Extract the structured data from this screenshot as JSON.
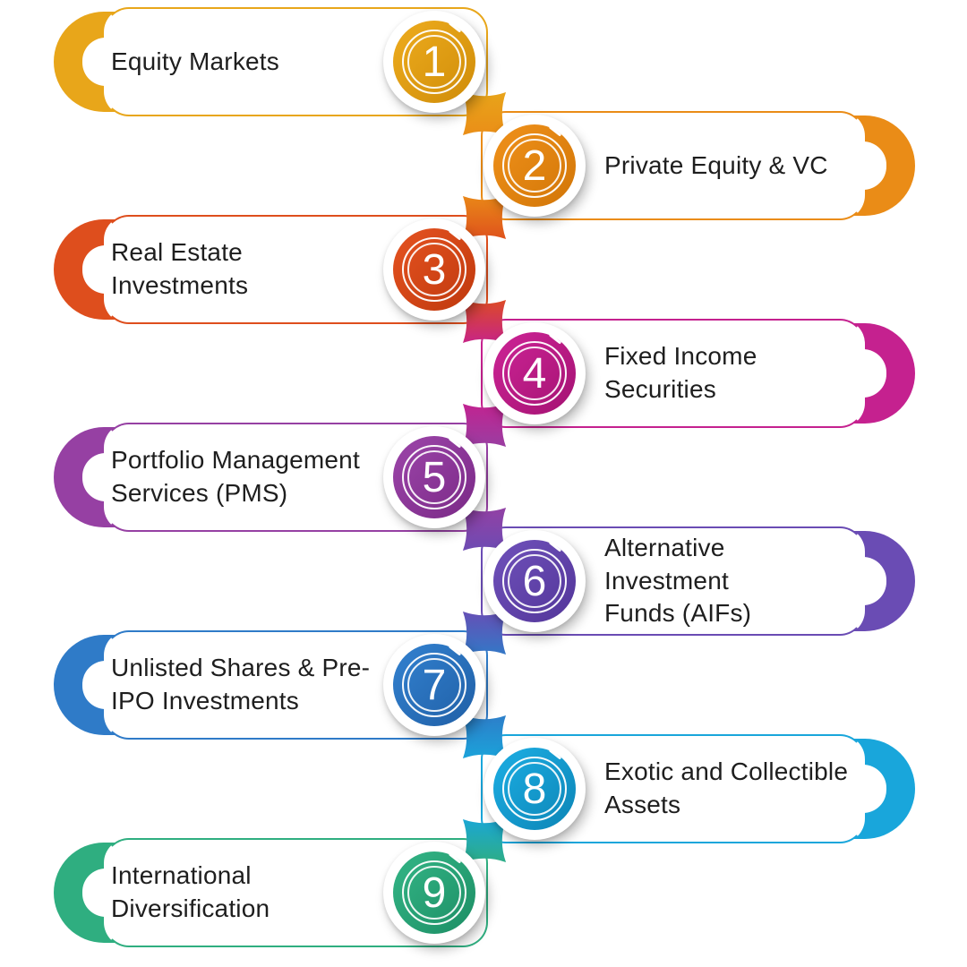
{
  "items": [
    {
      "number": "1",
      "label": "Equity Markets",
      "color": "#E8A61A",
      "color_dark": "#D18E0A",
      "side": "left"
    },
    {
      "number": "2",
      "label": "Private Equity & VC",
      "color": "#EA8C17",
      "color_dark": "#D37708",
      "side": "right"
    },
    {
      "number": "3",
      "label": "Real Estate\nInvestments",
      "color": "#DE4E1D",
      "color_dark": "#C13A0E",
      "side": "left"
    },
    {
      "number": "4",
      "label": "Fixed Income Securities",
      "color": "#C5218F",
      "color_dark": "#A61374",
      "side": "right"
    },
    {
      "number": "5",
      "label": "Portfolio Management\nServices (PMS)",
      "color": "#9640A3",
      "color_dark": "#7C2B88",
      "side": "left"
    },
    {
      "number": "6",
      "label": "Alternative Investment\nFunds (AIFs)",
      "color": "#6A4CB4",
      "color_dark": "#54379B",
      "side": "right"
    },
    {
      "number": "7",
      "label": "Unlisted Shares & Pre-\nIPO Investments",
      "color": "#2F7BC8",
      "color_dark": "#2161A8",
      "side": "left"
    },
    {
      "number": "8",
      "label": "Exotic and Collectible\nAssets",
      "color": "#19A6DB",
      "color_dark": "#0D87B8",
      "side": "right"
    },
    {
      "number": "9",
      "label": "International\nDiversification",
      "color": "#2FAE80",
      "color_dark": "#1E9066",
      "side": "left"
    }
  ],
  "connectors": [
    {
      "from": "#E8A61A",
      "to": "#EA8C17"
    },
    {
      "from": "#EA8C17",
      "to": "#DE4E1D"
    },
    {
      "from": "#DE4E1D",
      "to": "#C5218F"
    },
    {
      "from": "#C5218F",
      "to": "#9640A3"
    },
    {
      "from": "#9640A3",
      "to": "#6A4CB4"
    },
    {
      "from": "#6A4CB4",
      "to": "#2F7BC8"
    },
    {
      "from": "#2F7BC8",
      "to": "#19A6DB"
    },
    {
      "from": "#19A6DB",
      "to": "#2FAE80"
    }
  ],
  "text_color": "#1e1e1e",
  "background": "#ffffff"
}
